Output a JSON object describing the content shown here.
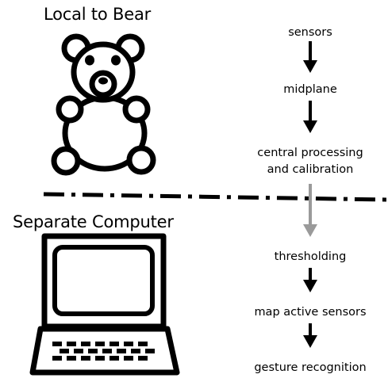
{
  "sections": {
    "top_title": "Local to Bear",
    "bottom_title": "Separate Computer"
  },
  "pipeline": {
    "steps": [
      "sensors",
      "midplane",
      "central processing\nand calibration",
      "thresholding",
      "map active sensors",
      "gesture recognition"
    ]
  },
  "icons": {
    "top": "teddy-bear-icon",
    "bottom": "laptop-computer-icon"
  },
  "colors": {
    "arrow": "#000000",
    "boundary_arrow": "#9a9a9a",
    "divider": "#000000"
  }
}
